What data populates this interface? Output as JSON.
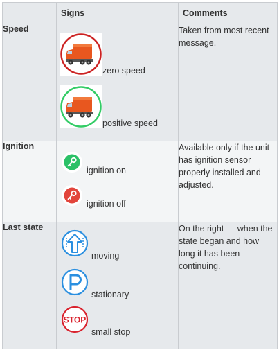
{
  "table": {
    "headers": [
      "",
      "Signs",
      "Comments"
    ],
    "rows": [
      {
        "label": "Speed",
        "signs": [
          {
            "icon": "truck-red-ring-icon",
            "label": "zero speed",
            "ring_color": "#cc2222"
          },
          {
            "icon": "truck-green-ring-icon",
            "label": "positive speed",
            "ring_color": "#33cc66"
          }
        ],
        "comment": "Taken from most recent message."
      },
      {
        "label": "Ignition",
        "signs": [
          {
            "icon": "key-green-icon",
            "label": "ignition on",
            "color": "#2bc167"
          },
          {
            "icon": "key-red-icon",
            "label": "ignition off",
            "color": "#e2453c"
          }
        ],
        "comment": "Available only if the unit has ignition sensor properly installed and adjusted."
      },
      {
        "label": "Last state",
        "signs": [
          {
            "icon": "arrow-up-icon",
            "label": "moving",
            "color": "#2a8fe0"
          },
          {
            "icon": "parking-icon",
            "label": "stationary",
            "color": "#2a8fe0"
          },
          {
            "icon": "stop-sign-icon",
            "label": "small stop",
            "text": "STOP",
            "color": "#d9232e"
          }
        ],
        "comment": "On the right — when the state began and how long it has been continuing."
      }
    ]
  }
}
